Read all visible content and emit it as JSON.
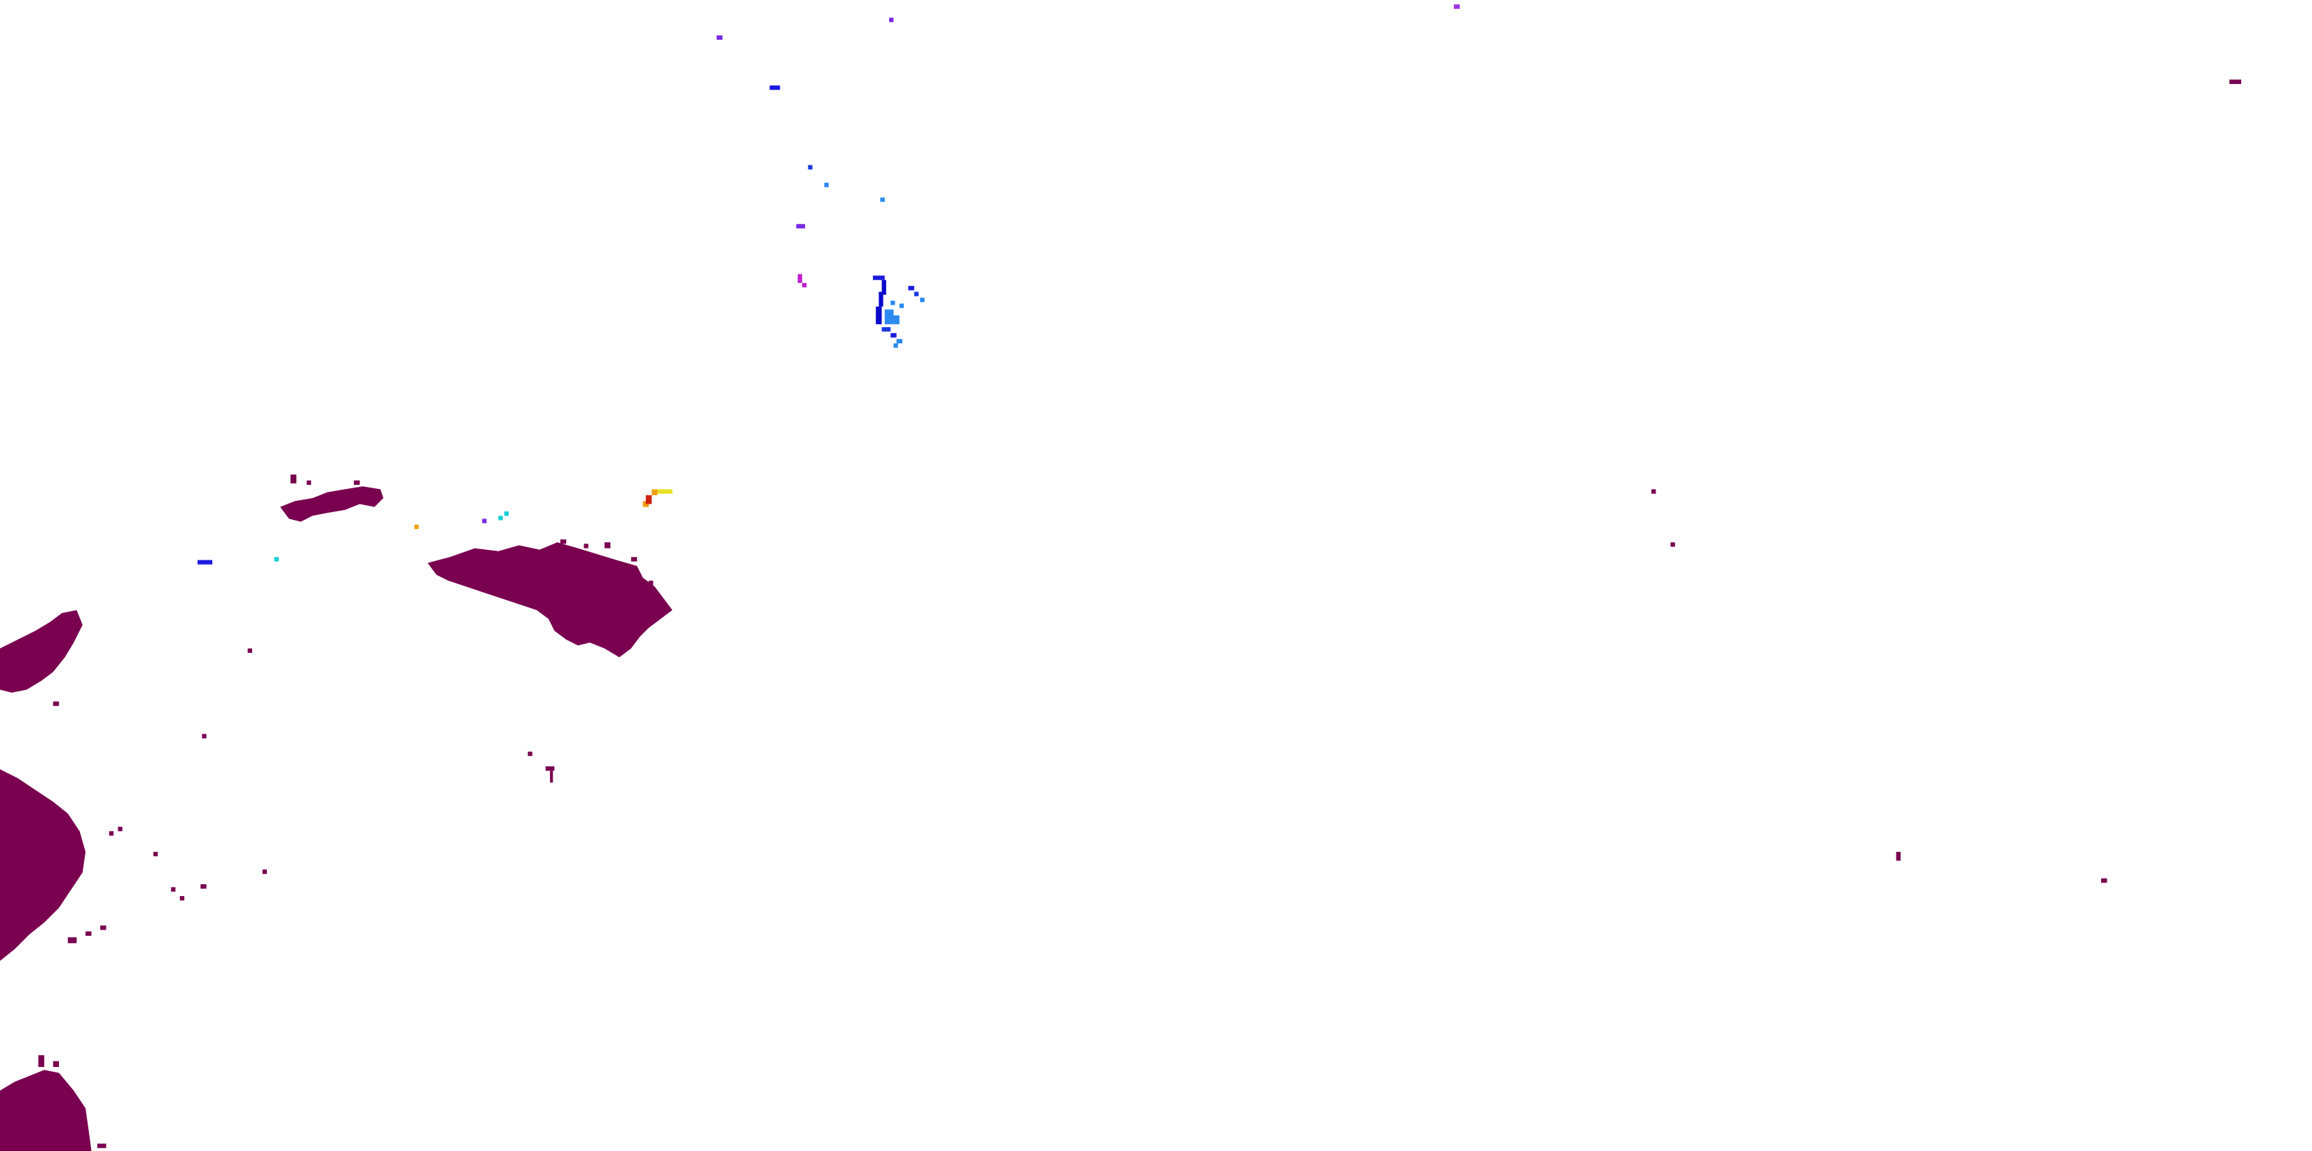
{
  "map": {
    "type": "radar-precipitation-overlay",
    "background": "#ffffff",
    "legend_visible": false,
    "palette": {
      "heavy": "#7a0050",
      "blue_dark": "#0a0acc",
      "blue": "#1a3ae0",
      "blue_light": "#2a8af0",
      "violet": "#7a2ae0",
      "magenta": "#c020d0",
      "cyan": "#10d0d8",
      "orange": "#f0a010",
      "yellow": "#e8e020",
      "red": "#d02010"
    },
    "layers": [
      {
        "name": "heavy-intensity-returns",
        "color_key": "heavy"
      },
      {
        "name": "light-intensity-returns",
        "color_key": "blue"
      },
      {
        "name": "convective-cell",
        "color_key": "red"
      }
    ]
  }
}
